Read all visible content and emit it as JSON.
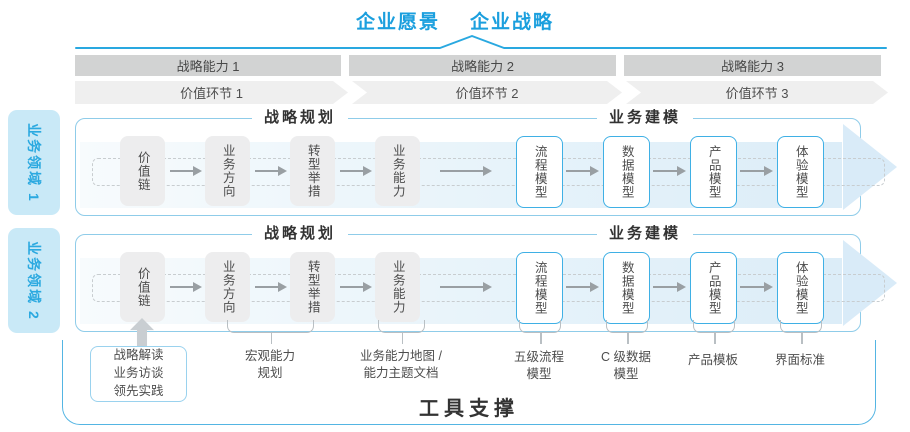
{
  "colors": {
    "accent_blue": "#29a8e0",
    "title_blue": "#1b9fde",
    "domain_bg": "#c9e9f7",
    "domain_text": "#2ba9e0",
    "bar_gray": "#d2d3d3",
    "chevron_gray": "#efefef",
    "row_border": "#8fcce9",
    "blue_box_border": "#3fb0e5",
    "gray_box_bg": "#ededee",
    "flow_arrow_fill": "#d9ebf8",
    "connector_gray": "#999fa3",
    "text_dark": "#4d4d4d"
  },
  "header": {
    "vision": "企业愿景",
    "strategy": "企业战略"
  },
  "capability_bars": [
    "战略能力 1",
    "战略能力 2",
    "战略能力 3"
  ],
  "value_links": [
    "价值环节 1",
    "价值环节 2",
    "价值环节 3"
  ],
  "domains": [
    "业务领域 1",
    "业务领域 2"
  ],
  "rows": [
    {
      "plan_header": "战略规划",
      "model_header": "业务建模",
      "plan_boxes": [
        "价值链",
        "业务方向",
        "转型举措",
        "业务能力"
      ],
      "model_boxes": [
        "流程模型",
        "数据模型",
        "产品模型",
        "体验模型"
      ]
    },
    {
      "plan_header": "战略规划",
      "model_header": "业务建模",
      "plan_boxes": [
        "价值链",
        "业务方向",
        "转型举措",
        "业务能力"
      ],
      "model_boxes": [
        "流程模型",
        "数据模型",
        "产品模型",
        "体验模型"
      ]
    }
  ],
  "annotations": {
    "insight_box": "战略解读\n业务访谈\n领先实践",
    "macro_capability": "宏观能力\n规划",
    "capability_map": "业务能力地图 /\n能力主题文档",
    "process_model": "五级流程\n模型",
    "data_model": "C 级数据\n模型",
    "product_template": "产品模板",
    "ui_standard": "界面标准"
  },
  "footer": {
    "tool_support": "工具支撑"
  }
}
